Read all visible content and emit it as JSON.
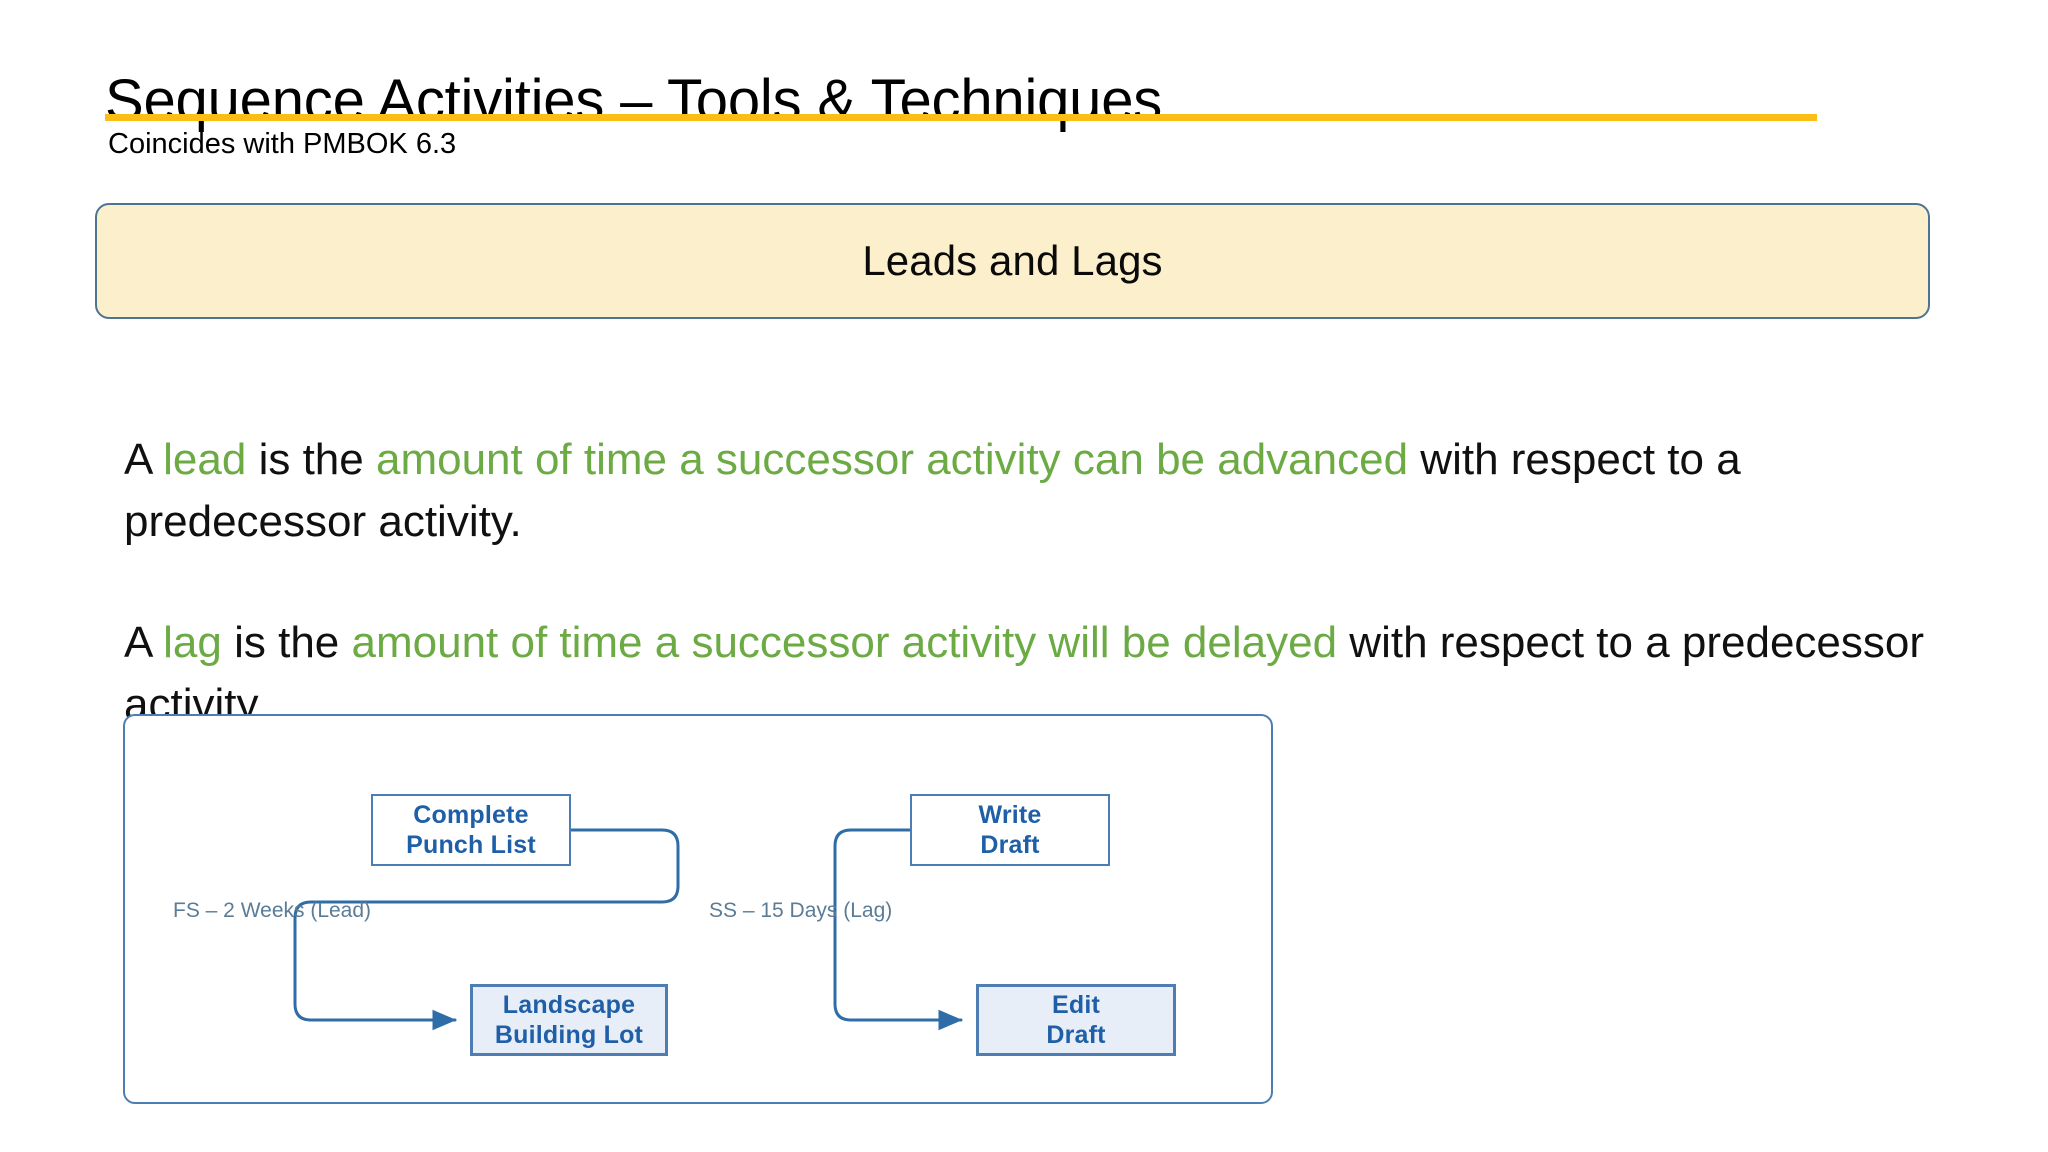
{
  "slide": {
    "title": "Sequence Activities – Tools & Techniques",
    "subtitle": "Coincides with PMBOK 6.3",
    "rule_color": "#FBBE16"
  },
  "banner": {
    "label": "Leads and Lags",
    "fill_color": "#FCEFCB",
    "border_color": "#4E7493"
  },
  "body": {
    "highlight_color": "#6CAA44",
    "lead_paragraph": {
      "prefix": "A ",
      "term": "lead",
      "middle": " is the ",
      "definition": "amount of time a successor activity can be advanced",
      "suffix": " with respect to a predecessor activity."
    },
    "lag_paragraph": {
      "prefix": "A ",
      "term": "lag",
      "middle": " is the ",
      "definition": "amount of time a successor activity will be delayed",
      "suffix": " with respect to a predecessor activity."
    }
  },
  "diagram": {
    "border_color": "#4E7DB3",
    "node_text_color": "#1F5FA8",
    "successor_fill": "#E8EEF7",
    "examples": [
      {
        "predecessor_line1": "Complete",
        "predecessor_line2": "Punch List",
        "relationship_label": "FS – 2 Weeks (Lead)",
        "successor_line1": "Landscape",
        "successor_line2": "Building Lot"
      },
      {
        "predecessor_line1": "Write",
        "predecessor_line2": "Draft",
        "relationship_label": "SS – 15 Days (Lag)",
        "successor_line1": "Edit",
        "successor_line2": "Draft"
      }
    ]
  }
}
